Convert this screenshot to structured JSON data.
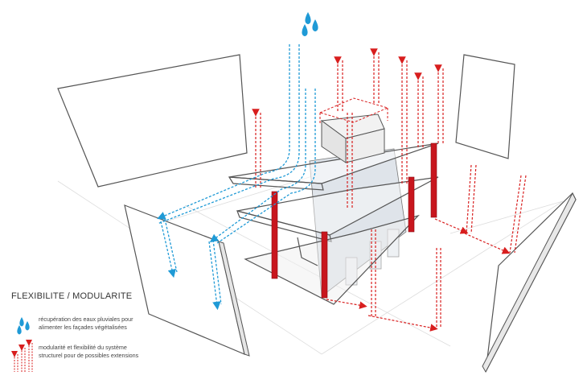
{
  "legend": {
    "title": "FLEXIBILITE / MODULARITE",
    "items": [
      {
        "icon": "water-drops-icon",
        "line1": "récupération des eaux pluviales pour",
        "line2": "alimenter les façades végétalisées",
        "color": "#1f9ad6"
      },
      {
        "icon": "extension-arrows-icon",
        "line1": "modularité et flexibilité du système",
        "line2": "structurel pour de possibles extensions",
        "color": "#d81e1e"
      }
    ]
  },
  "colors": {
    "water": "#1f9ad6",
    "structure": "#d81e1e",
    "lines": "#555555",
    "glass": "#cfd6de"
  }
}
